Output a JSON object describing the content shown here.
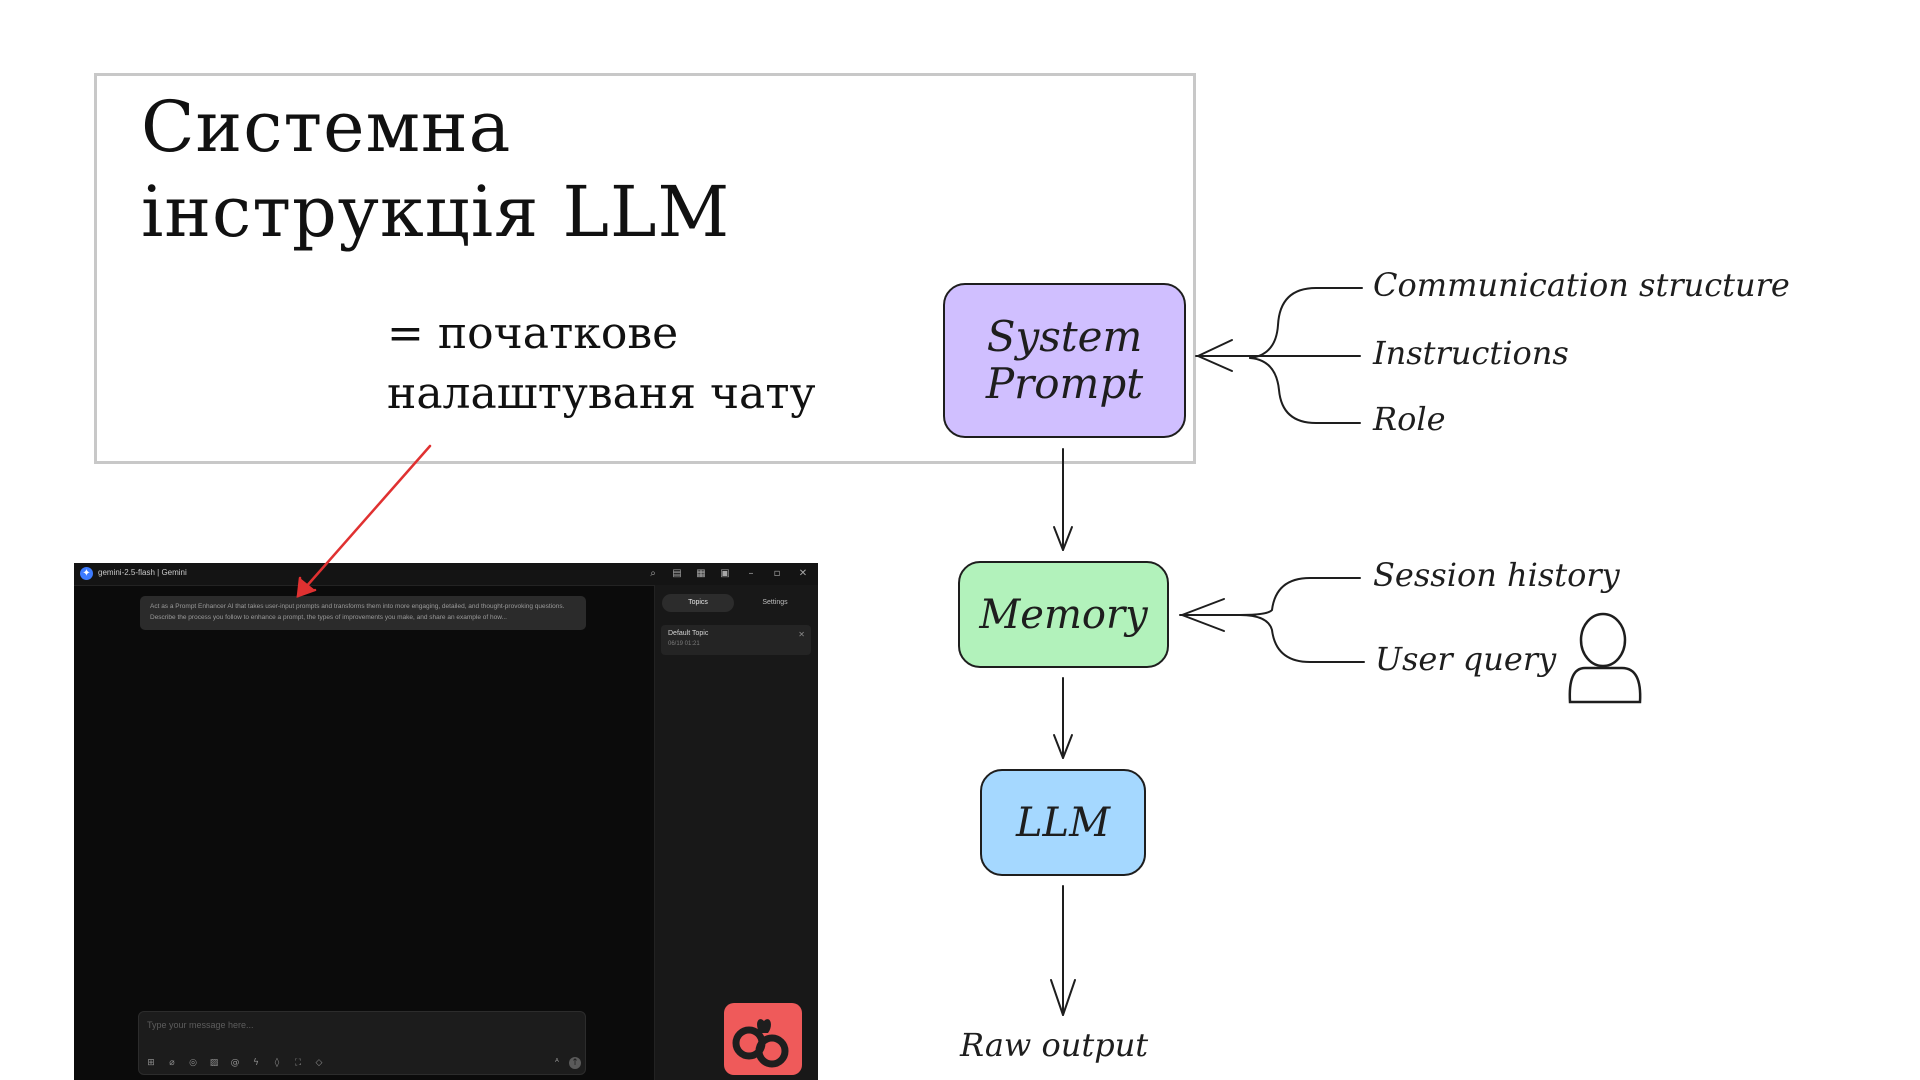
{
  "title": {
    "line1": "Системна",
    "line2": "інструкція LLM",
    "subtitle_line1": "= початкове",
    "subtitle_line2": "налаштуваня чату"
  },
  "colors": {
    "system_prompt": "#d0bfff",
    "memory": "#b2f2bb",
    "llm": "#a5d8ff",
    "pointer_arrow": "#e03131",
    "stroke": "#1e1e1e"
  },
  "diagram": {
    "nodes": {
      "system_prompt": "System Prompt",
      "memory": "Memory",
      "llm": "LLM",
      "output": "Raw output"
    },
    "system_inputs": [
      "Communication structure",
      "Instructions",
      "Role"
    ],
    "memory_inputs": [
      "Session history",
      "User query"
    ],
    "user_icon": "user-icon"
  },
  "screenshot": {
    "window_title": "gemini-2.5-flash | Gemini",
    "window_controls": [
      "search-icon",
      "layout-icon",
      "grid-icon",
      "window-icon",
      "minimize-icon",
      "restore-icon",
      "close-icon"
    ],
    "system_message": "Act as a Prompt Enhancer AI that takes user-input prompts and transforms them into more engaging, detailed, and thought-provoking questions. Describe the process you follow to enhance a prompt, the types of improvements you make, and share an example of how...",
    "tabs": [
      "Topics",
      "Settings"
    ],
    "topic": {
      "name": "Default Topic",
      "time": "06/19 01:21"
    },
    "input_placeholder": "Type your message here...",
    "toolbar_icons": [
      "attach-icon",
      "paperclip-icon",
      "globe-icon",
      "image-icon",
      "at-icon",
      "bolt-icon",
      "shield-icon",
      "expand-icon",
      "eraser-icon"
    ]
  }
}
